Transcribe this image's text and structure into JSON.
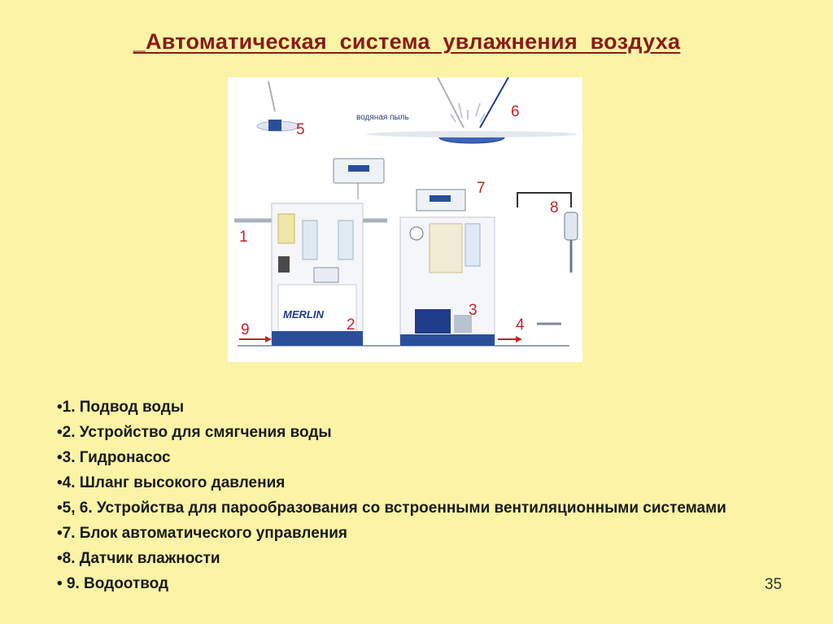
{
  "slide": {
    "title": "_Автоматическая  система  увлажнения  воздуха",
    "page_number": "35"
  },
  "figure": {
    "dust_label": "водяная пыль",
    "brand_label": "MERLIN",
    "callouts": [
      "1",
      "2",
      "3",
      "4",
      "5",
      "6",
      "7",
      "8",
      "9"
    ],
    "colors": {
      "accent": "#c0252a",
      "blue": "#1f3d8a",
      "background": "#fbf3a5"
    }
  },
  "items": [
    {
      "bullet": "•1",
      "text": ". Подвод воды"
    },
    {
      "bullet": "•",
      "text": "2. Устройство для смягчения воды"
    },
    {
      "bullet": "•",
      "text": "3. Гидронасос"
    },
    {
      "bullet": "•",
      "text": "4. Шланг высокого давления"
    },
    {
      "bullet": "•",
      "text": "5, 6. Устройства для парообразования со встроенными вентиляционными системами"
    },
    {
      "bullet": "•",
      "text": "7. Блок автоматического управления"
    },
    {
      "bullet": "•",
      "text": "8. Датчик влажности"
    },
    {
      "bullet": "• ",
      "text": "9. Водоотвод"
    }
  ]
}
